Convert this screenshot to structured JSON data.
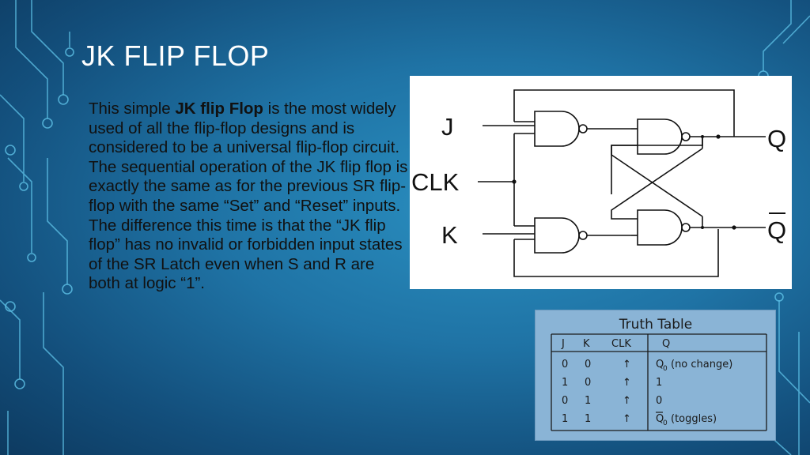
{
  "slide": {
    "title": "JK FLIP FLOP",
    "body_bold": "JK flip Flop",
    "body_pre": "This simple ",
    "body_post": " is the most widely used of all the flip-flop designs and is considered to be a universal flip-flop circuit. The sequential operation of the JK flip flop is exactly the same as for the previous SR flip-flop with the same “Set” and “Reset” inputs. The difference this time is that the “JK flip flop” has no invalid or forbidden input states of the SR Latch even when S and R are both at logic “1”."
  },
  "circuit": {
    "input_j": "J",
    "input_clk": "CLK",
    "input_k": "K",
    "output_q": "Q",
    "output_qbar": "Q"
  },
  "truth_table": {
    "title": "Truth Table",
    "headers": [
      "J",
      "K",
      "CLK",
      "Q"
    ],
    "rows": [
      {
        "j": "0",
        "k": "0",
        "clk": "↑",
        "q_main": "Q",
        "q_sub": "0",
        "q_note": "(no change)",
        "q_bar": false
      },
      {
        "j": "1",
        "k": "0",
        "clk": "↑",
        "q_main": "1",
        "q_sub": "",
        "q_note": "",
        "q_bar": false
      },
      {
        "j": "0",
        "k": "1",
        "clk": "↑",
        "q_main": "0",
        "q_sub": "",
        "q_note": "",
        "q_bar": false
      },
      {
        "j": "1",
        "k": "1",
        "clk": "↑",
        "q_main": "Q",
        "q_sub": "0",
        "q_note": "(toggles)",
        "q_bar": true
      }
    ]
  },
  "colors": {
    "background": "#1f73a5",
    "title_text": "#ffffff",
    "body_text": "#111111",
    "circuit_panel": "#ffffff",
    "truth_table_bg": "#8ab4d6",
    "decoration_line": "#5fc3e8"
  }
}
